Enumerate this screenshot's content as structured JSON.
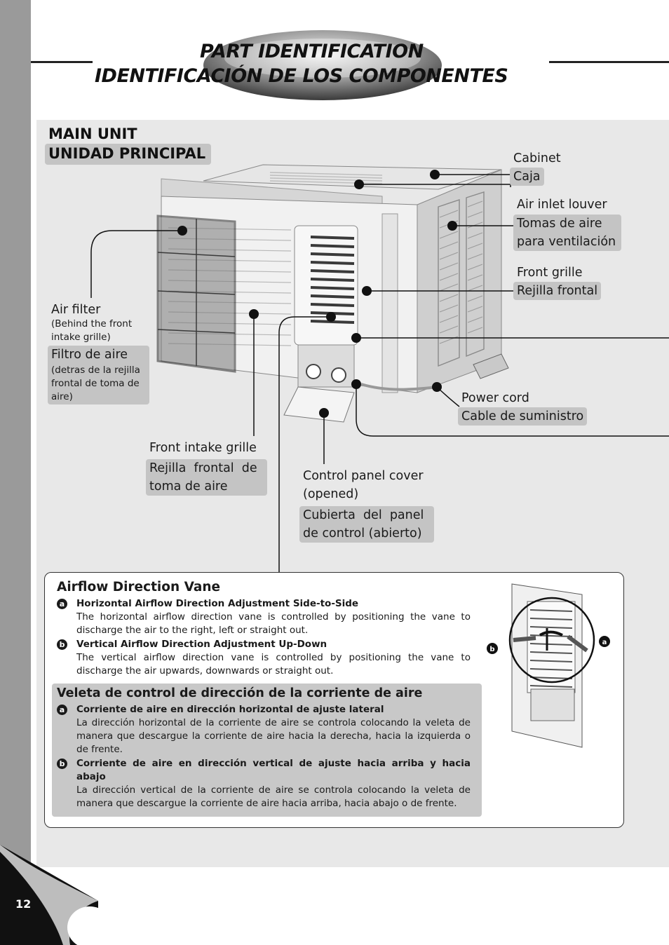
{
  "title": {
    "line1": "PART IDENTIFICATION",
    "line2": "IDENTIFICACIÓN DE LOS COMPONENTES"
  },
  "section": {
    "heading_en": "MAIN UNIT",
    "heading_es": "UNIDAD PRINCIPAL"
  },
  "labels": {
    "cabinet_en": "Cabinet",
    "cabinet_es": "Caja",
    "air_inlet_en": "Air inlet louver",
    "air_inlet_es_1": "Tomas de aire",
    "air_inlet_es_2": "para ventilación",
    "front_grille_en": "Front grille",
    "front_grille_es": "Rejilla frontal",
    "air_filter_en": "Air filter",
    "air_filter_en_note_1": "(Behind the front",
    "air_filter_en_note_2": "intake grille)",
    "air_filter_es": "Filtro de aire",
    "air_filter_es_note_1": "(detras de la rejilla",
    "air_filter_es_note_2": "frontal de toma de",
    "air_filter_es_note_3": "aire)",
    "power_cord_en": "Power cord",
    "power_cord_es": "Cable de suministro",
    "front_intake_en": "Front intake grille",
    "front_intake_es_1": "Rejilla  frontal  de",
    "front_intake_es_2": "toma de aire",
    "cp_cover_en_1": "Control panel cover",
    "cp_cover_en_2": "(opened)",
    "cp_cover_es_1": "Cubierta  del  panel",
    "cp_cover_es_2": "de control (abierto)"
  },
  "airflow": {
    "heading_en": "Airflow Direction Vane",
    "a_title_en": "Horizontal Airflow Direction Adjustment Side-to-Side",
    "a_text_en": "The horizontal airflow direction vane is controlled by positioning the vane to discharge the air to the right, left or straight out.",
    "b_title_en": "Vertical Airflow Direction Adjustment Up-Down",
    "b_text_en": "The vertical airflow direction vane is controlled by positioning the vane to discharge the air upwards, downwards or straight out.",
    "heading_es": "Veleta de control de dirección de la corriente de aire",
    "a_title_es": "Corriente de aire en dirección horizontal de ajuste lateral",
    "a_text_es": "La dirección horizontal de la corriente de aire se controla colocando la veleta de manera que descargue la corriente de aire hacia la derecha, hacia la izquierda o de frente.",
    "b_title_es": "Corriente de aire en dirección vertical de ajuste hacia arriba y hacia abajo",
    "b_text_es": "La dirección vertical de la corriente de aire se controla colocando la veleta de manera que descargue la corriente de aire hacia arriba, hacia abajo o de frente.",
    "badge_a": "a",
    "badge_b": "b"
  },
  "page_number": "12",
  "colors": {
    "panel": "#e8e8e8",
    "label_box": "#c4c4c4",
    "side_strip": "#9a9a9a"
  }
}
